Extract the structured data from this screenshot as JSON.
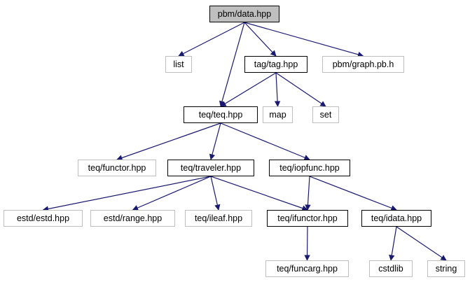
{
  "colors": {
    "edge": "#191970",
    "root_fill": "#bfbfbf",
    "documented_border": "#000000",
    "external_border": "#bfbfbf"
  },
  "nodes": {
    "root": "pbm/data.hpp",
    "list": "list",
    "tag": "tag/tag.hpp",
    "graph": "pbm/graph.pb.h",
    "teq": "teq/teq.hpp",
    "map": "map",
    "set": "set",
    "functor": "teq/functor.hpp",
    "traveler": "teq/traveler.hpp",
    "iopfunc": "teq/iopfunc.hpp",
    "estd": "estd/estd.hpp",
    "range": "estd/range.hpp",
    "ileaf": "teq/ileaf.hpp",
    "ifunctor": "teq/ifunctor.hpp",
    "idata": "teq/idata.hpp",
    "funcarg": "teq/funcarg.hpp",
    "cstdlib": "cstdlib",
    "string": "string"
  },
  "edges": [
    [
      "root",
      "list"
    ],
    [
      "root",
      "teq"
    ],
    [
      "root",
      "tag"
    ],
    [
      "root",
      "graph"
    ],
    [
      "tag",
      "teq"
    ],
    [
      "tag",
      "map"
    ],
    [
      "tag",
      "set"
    ],
    [
      "teq",
      "functor"
    ],
    [
      "teq",
      "traveler"
    ],
    [
      "teq",
      "iopfunc"
    ],
    [
      "traveler",
      "estd"
    ],
    [
      "traveler",
      "range"
    ],
    [
      "traveler",
      "ileaf"
    ],
    [
      "traveler",
      "ifunctor"
    ],
    [
      "iopfunc",
      "ifunctor"
    ],
    [
      "iopfunc",
      "idata"
    ],
    [
      "ifunctor",
      "funcarg"
    ],
    [
      "idata",
      "cstdlib"
    ],
    [
      "idata",
      "string"
    ]
  ]
}
